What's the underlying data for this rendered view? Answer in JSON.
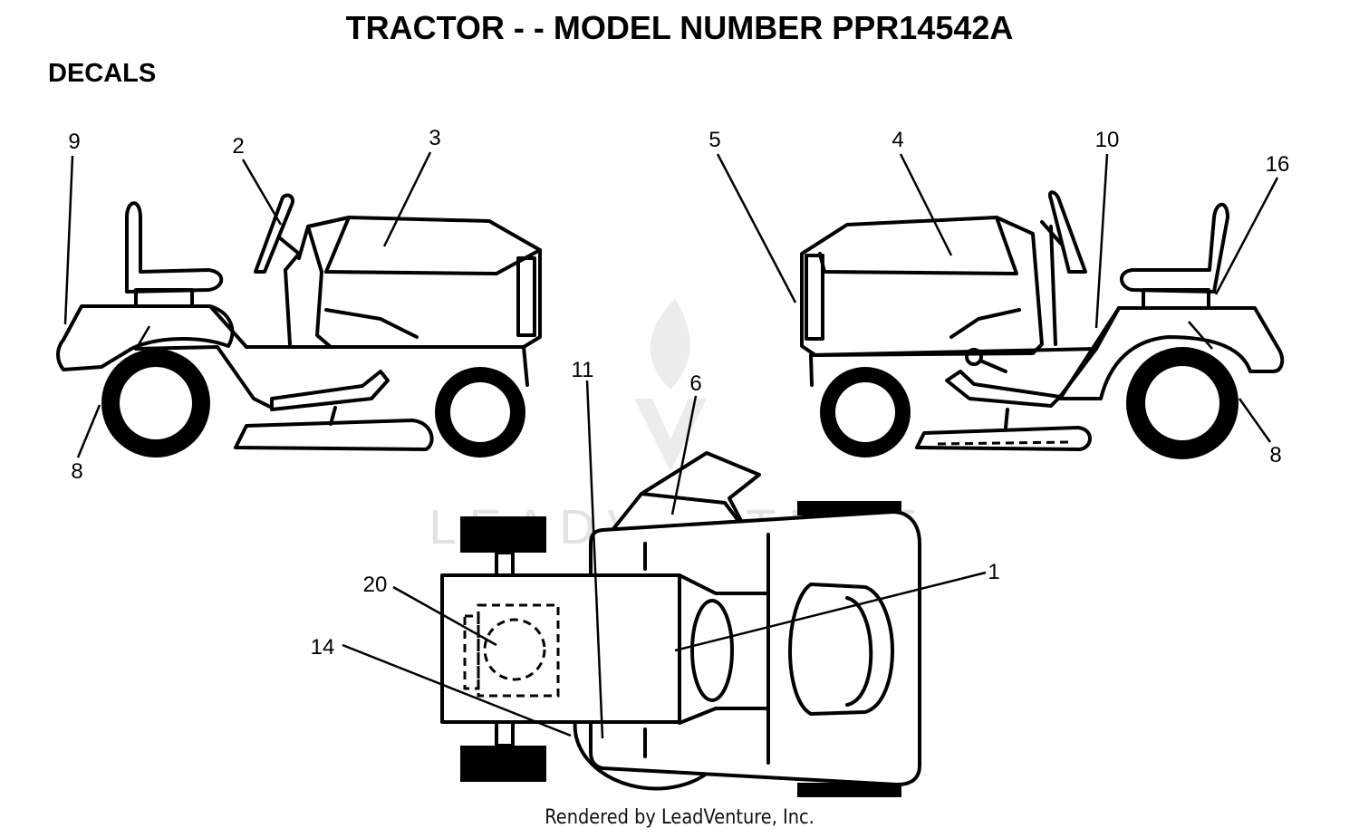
{
  "title": "TRACTOR - - MODEL NUMBER PPR14542A",
  "section": "DECALS",
  "watermark": "LEADVENTURE",
  "footer": "Rendered by LeadVenture, Inc.",
  "callouts": {
    "c1": "1",
    "c2": "2",
    "c3": "3",
    "c4": "4",
    "c5": "5",
    "c6": "6",
    "c8_left": "8",
    "c8_right": "8",
    "c9": "9",
    "c10": "10",
    "c11": "11",
    "c14": "14",
    "c16": "16",
    "c20": "20"
  },
  "colors": {
    "line": "#000000",
    "background": "#ffffff",
    "watermark": "#d9d9d9"
  }
}
